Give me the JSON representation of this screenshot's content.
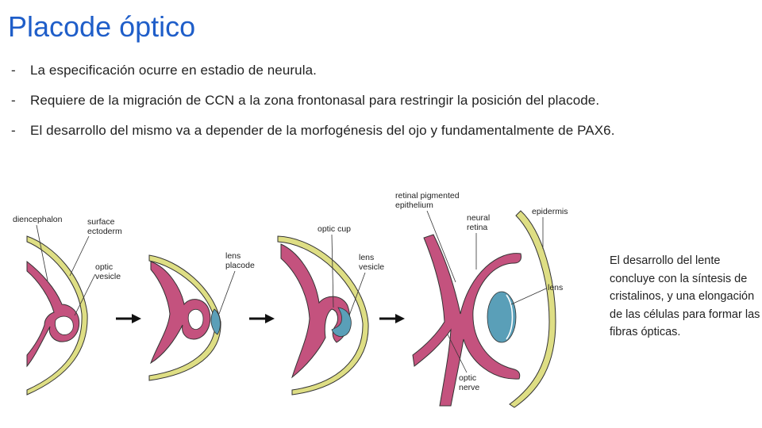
{
  "slide": {
    "title": "Placode óptico",
    "bullets": [
      "La especificación ocurre en estadio de neurula.",
      "Requiere de la migración de CCN a la zona frontonasal para restringir la posición del placode.",
      "El desarrollo del mismo va a depender de la morfogénesis del ojo y fundamentalmente de PAX6."
    ],
    "bullet_marker": "-"
  },
  "diagram": {
    "labels": {
      "diencephalon": "diencephalon",
      "surface": "surface",
      "ectoderm": "ectoderm",
      "optic": "optic",
      "vesicle": "vesicle",
      "lens": "lens",
      "placode": "placode",
      "optic_cup": "optic cup",
      "lens2": "lens",
      "vesicle2": "vesicle",
      "retinal_pigmented": "retinal pigmented",
      "epithelium": "epithelium",
      "neural": "neural",
      "retina": "retina",
      "epidermis": "epidermis",
      "lens3": "lens",
      "optic2": "optic",
      "nerve": "nerve"
    },
    "colors": {
      "neural_tissue": "#c4527e",
      "ectoderm": "#dede84",
      "lens": "#5a9fb8",
      "outline": "#333333"
    }
  },
  "side_note": "El desarrollo del lente concluye con la síntesis de cristalinos, y una elongación de las células para formar las fibras ópticas."
}
